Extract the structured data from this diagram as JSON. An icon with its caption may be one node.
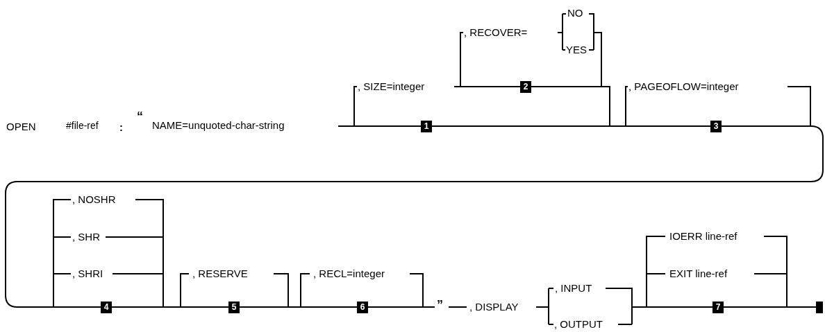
{
  "diagram": {
    "nodes": [
      {
        "text": [
          "1"
        ]
      },
      {
        "text": [
          "2"
        ]
      },
      {
        "text": [
          "3"
        ]
      },
      {
        "text": [
          "4"
        ]
      },
      {
        "text": [
          "5"
        ]
      },
      {
        "text": [
          "6"
        ]
      },
      {
        "text": [
          "7"
        ]
      },
      {
        "text": [],
        "shape": "bar"
      }
    ],
    "edges": [
      {
        "from": 0,
        "to": 2,
        "arrow": "none"
      },
      {
        "from": 1,
        "to": 2,
        "arrow": "none"
      },
      {
        "from": 2,
        "to": 3,
        "arrow": "none"
      },
      {
        "from": 3,
        "to": 4,
        "arrow": "none"
      },
      {
        "from": 4,
        "to": 5,
        "arrow": "none"
      },
      {
        "from": 6,
        "to": 7,
        "arrow": "none"
      }
    ],
    "labels": [
      "OPEN",
      "#file-ref",
      ":",
      "“",
      "NAME=unquoted-char-string",
      ", SIZE=integer",
      ", RECOVER=",
      "NO",
      "YES",
      ", PAGEOFLOW=integer",
      ", NOSHR",
      ", SHR",
      ", SHRI",
      ", RESERVE",
      ", RECL=integer",
      "”",
      ", DISPLAY",
      ", INPUT",
      ", OUTPUT",
      "IOERR line-ref",
      "EXIT line-ref"
    ]
  }
}
